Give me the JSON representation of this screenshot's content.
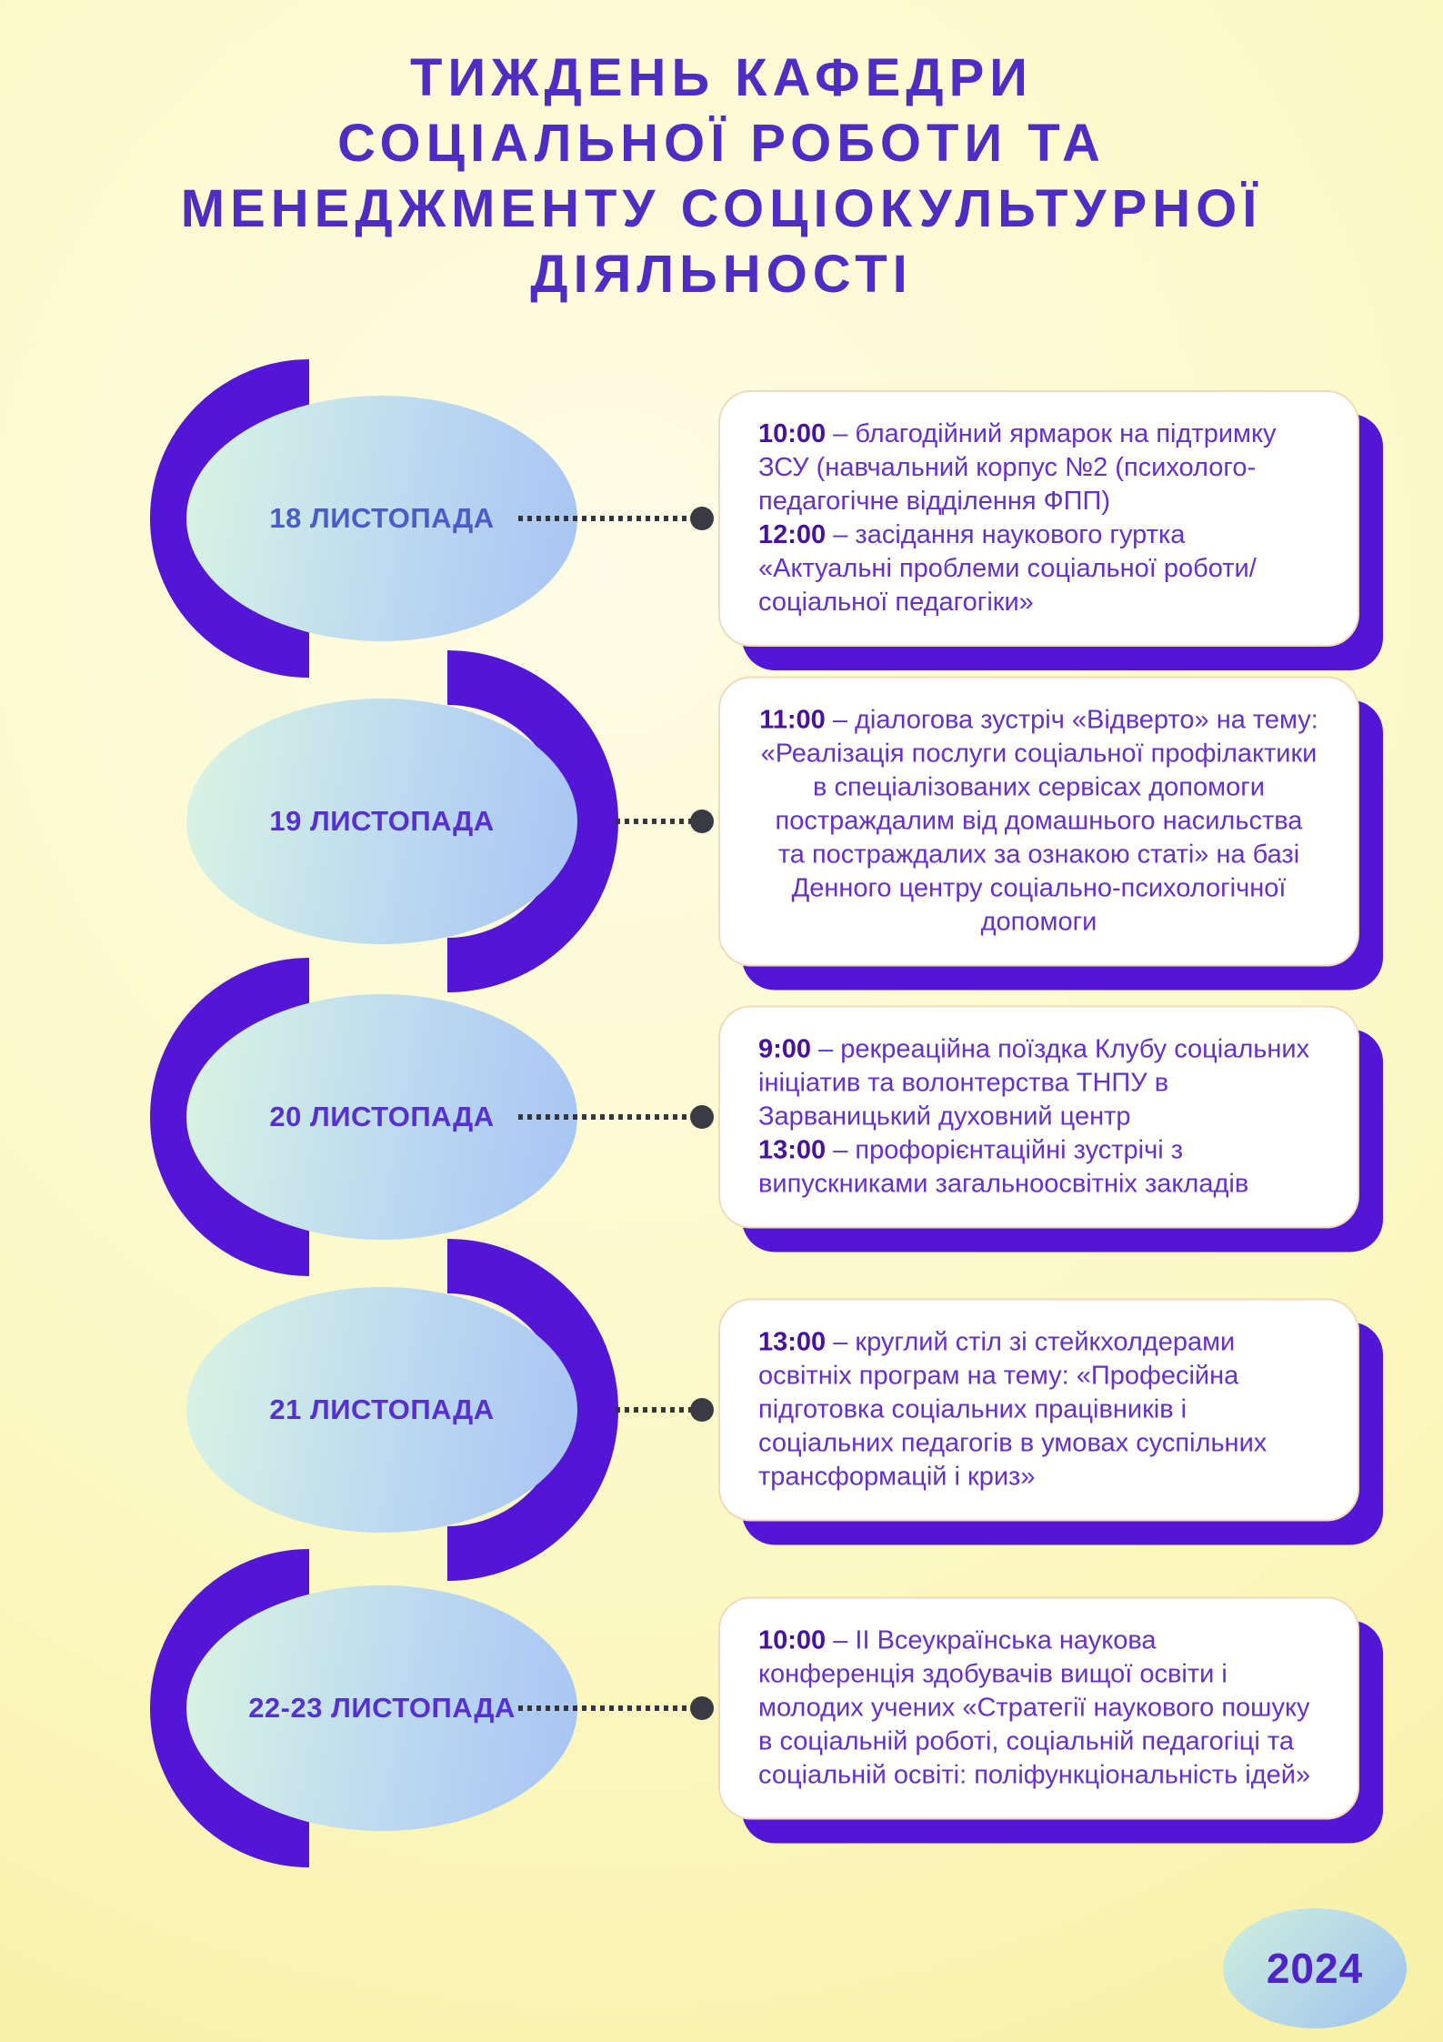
{
  "title": {
    "lines": [
      "ТИЖДЕНЬ КАФЕДРИ",
      "СОЦІАЛЬНОЇ РОБОТИ ТА",
      "МЕНЕДЖМЕНТУ СОЦІОКУЛЬТУРНОЇ",
      "ДІЯЛЬНОСТІ"
    ]
  },
  "separator": " – ",
  "colors": {
    "accent_purple": "#5316d6",
    "title_purple": "#4c2ec5",
    "body_purple": "#6630cf",
    "time_purple": "#47129f",
    "ellipse_green": "#daf5e2",
    "ellipse_blue": "#a6c4f4",
    "background_yellow": "#f7efa0",
    "card_border": "#f2d9bb",
    "connector_dark": "#3a3a45"
  },
  "rows": [
    {
      "date": "18 ЛИСТОПАДА",
      "date_color": "#4a5cc6",
      "arc_side": "left",
      "text_align": "left",
      "entries": [
        {
          "time": "10:00",
          "text": "благодійний ярмарок на підтримку ЗСУ (навчальний корпус №2 (психолого-педагогічне відділення ФПП)"
        },
        {
          "time": "12:00",
          "text": "засідання наукового гуртка «Актуальні проблеми соціальної роботи/ соціальної педагогіки»"
        }
      ]
    },
    {
      "date": "19 ЛИСТОПАДА",
      "date_color": "#5630d2",
      "arc_side": "right",
      "text_align": "center",
      "entries": [
        {
          "time": "11:00",
          "text": "діалогова зустріч «Відверто» на тему: «Реалізація послуги соціальної профілактики в спеціалізованих сервісах допомоги постраждалим від домашнього насильства та постраждалих за ознакою статі» на базі Денного центру соціально-психологічної допомоги"
        }
      ]
    },
    {
      "date": "20 ЛИСТОПАДА",
      "date_color": "#5630d2",
      "arc_side": "left",
      "text_align": "left",
      "entries": [
        {
          "time": "9:00",
          "text": "рекреаційна поїздка Клубу соціальних ініціатив та волонтерства ТНПУ в Зарваницький духовний центр"
        },
        {
          "time": "13:00",
          "text": "профорієнтаційні зустрічі з випускниками загальноосвітніх закладів"
        }
      ]
    },
    {
      "date": "21 ЛИСТОПАДА",
      "date_color": "#5630d2",
      "arc_side": "right",
      "text_align": "left",
      "entries": [
        {
          "time": "13:00",
          "text": "круглий стіл зі стейкхолдерами освітніх програм на тему: «Професійна підготовка соціальних працівників і соціальних педагогів в умовах суспільних трансформацій і криз»"
        }
      ]
    },
    {
      "date": "22-23 ЛИСТОПАДА",
      "date_color": "#5630d2",
      "arc_side": "left",
      "text_align": "left",
      "entries": [
        {
          "time": "10:00",
          "text": "ІІ Всеукраїнська наукова конференція здобувачів вищої освіти і молодих учених «Стратегії наукового пошуку в соціальній роботі, соціальній педагогіці та соціальній освіті: поліфункціональність ідей»"
        }
      ]
    }
  ],
  "year": "2024"
}
